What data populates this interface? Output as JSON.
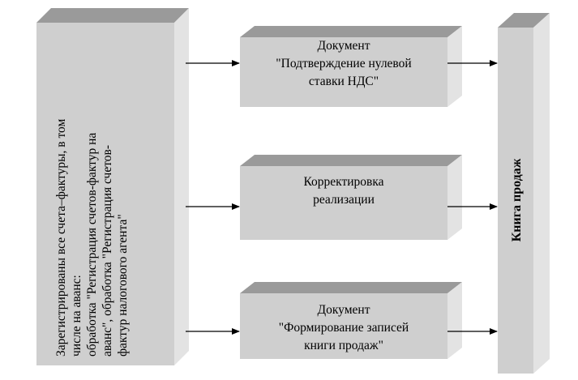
{
  "colors": {
    "front": "#cfcfcf",
    "top": "#9a9a9a",
    "side": "#e3e3e3",
    "text": "#000000",
    "arrow": "#000000"
  },
  "left_box": {
    "lines": [
      "Зарегистрированы все счета–фактуры, в том",
      "числе на аванс:",
      "обработка \"Регистрация счетов-фактур на",
      "аванс\", обработка \"Регистрация счетов-",
      "фактур налогового агента\""
    ]
  },
  "middle_boxes": [
    {
      "id": "doc-zero-rate",
      "lines": [
        "Документ",
        "\"Подтверждение нулевой",
        "ставки НДС\""
      ]
    },
    {
      "id": "sales-adjustment",
      "lines": [
        "Корректировка",
        "реализации"
      ]
    },
    {
      "id": "doc-sales-entries",
      "lines": [
        "Документ",
        "\"Формирование записей",
        "книги продаж\""
      ]
    }
  ],
  "right_box": {
    "label": "Книга продаж"
  }
}
